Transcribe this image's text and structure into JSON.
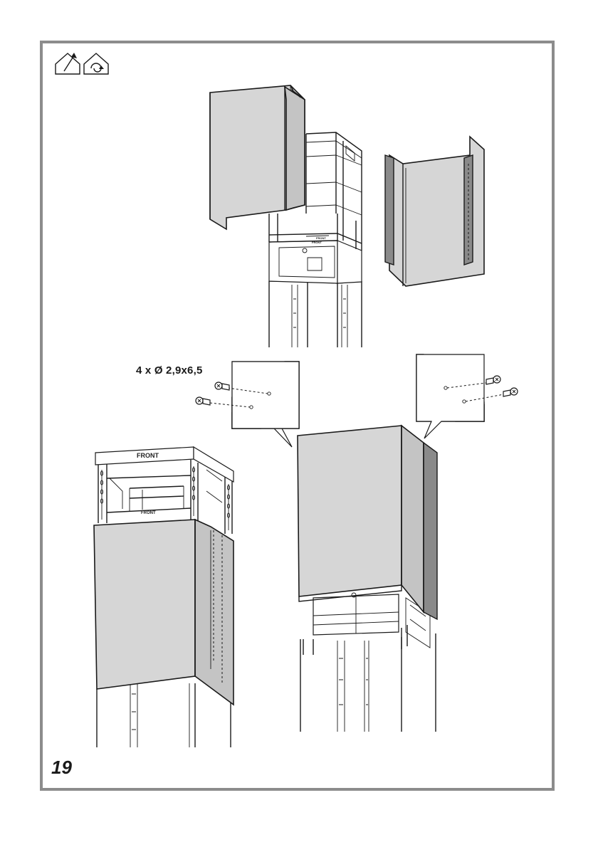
{
  "step": {
    "page_number": "19"
  },
  "icons": {
    "names": [
      "extraction-mode-icon",
      "recirculation-mode-icon"
    ]
  },
  "hardware": {
    "screw_label": "4 x Ø 2,9x6,5"
  },
  "markings": {
    "front_top": "FRONT",
    "front_frame": "FRONT",
    "front_small": "FRONT",
    "front_upper": "FRONT"
  },
  "colors": {
    "frame_border": "#8c8c8c",
    "panel_light": "#d6d6d6",
    "panel_dark": "#8a8a8a",
    "line": "#1a1a1a"
  }
}
